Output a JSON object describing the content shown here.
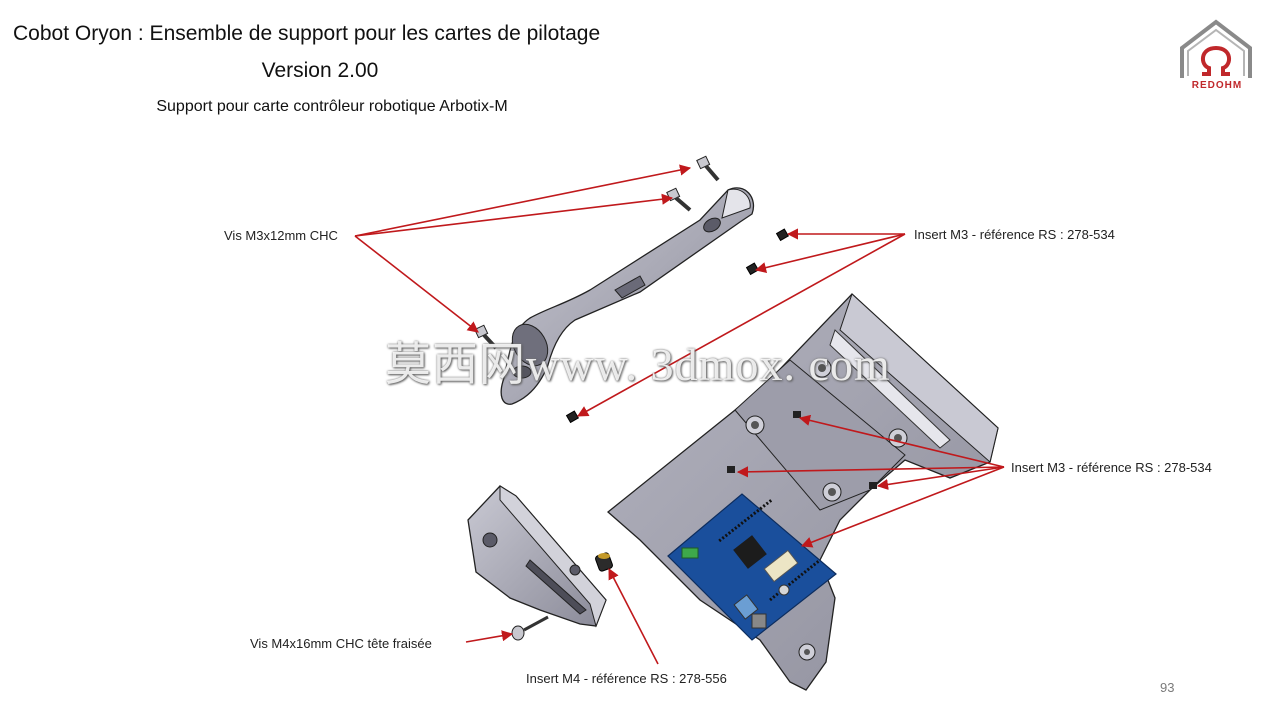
{
  "header": {
    "title": "Cobot Oryon : Ensemble de support pour les cartes de pilotage",
    "version": "Version 2.00",
    "subtitle": "Support pour carte contrôleur robotique Arbotix-M"
  },
  "logo": {
    "text": "REDOHM",
    "icon": "house-omega-icon",
    "color": "#c0282b"
  },
  "callouts": {
    "screws_m3": "Vis M3x12mm  CHC",
    "insert_m3_top": "Insert M3  - référence RS : 278-534",
    "insert_m3_right": "Insert M3  - référence RS : 278-534",
    "screw_m4": "Vis M4x16mm  CHC tête fraisée",
    "insert_m4": "Insert M4  - référence RS : 278-556"
  },
  "watermark": "莫西网www. 3dmox. com",
  "page_number": "93",
  "colors": {
    "leader_line": "#c0191c",
    "part_fill": "#a7a7b4",
    "board": "#1a4f9c"
  }
}
